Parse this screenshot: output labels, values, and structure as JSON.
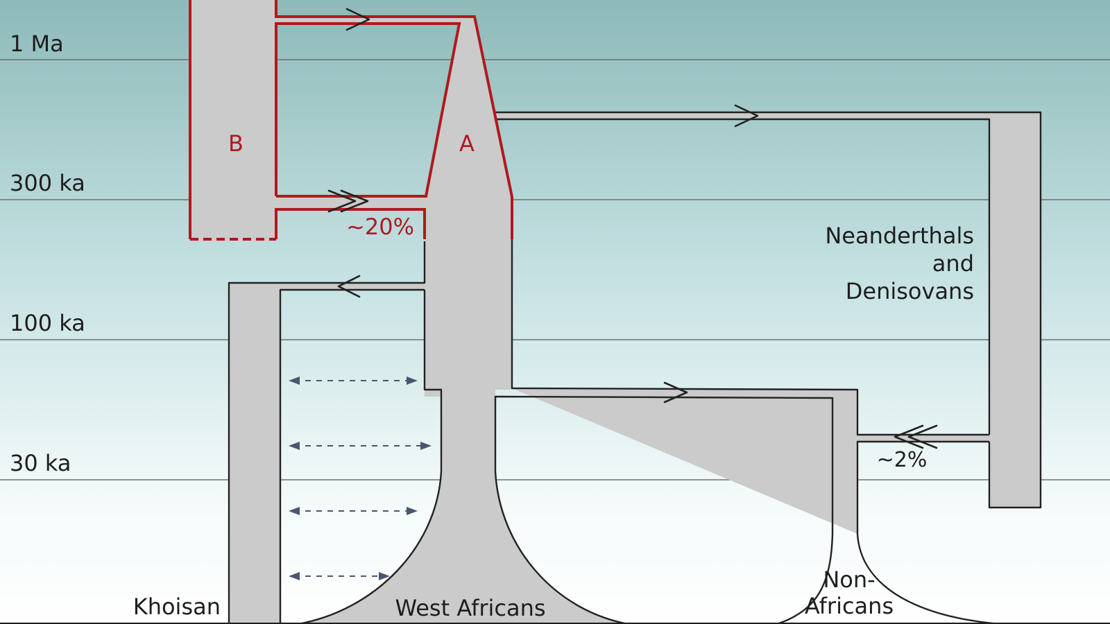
{
  "time_axis": {
    "levels": [
      "1 Ma",
      "300 ka",
      "100 ka",
      "30 ka"
    ]
  },
  "labels": {
    "pop_b": "B",
    "pop_a": "A",
    "admix_b_pct": "~20%",
    "admix_nd_pct": "~2%",
    "neanderthals_line1": "Neanderthals",
    "neanderthals_line2": "and",
    "neanderthals_line3": "Denisovans",
    "khoisan": "Khoisan",
    "west_africans": "West Africans",
    "non_africans_line1": "Non-",
    "non_africans_line2": "Africans"
  },
  "colors": {
    "background_top": "#8fbcbd",
    "background_bottom": "#ffffff",
    "lineage_fill": "#cbcbcb",
    "lineage_outline": "#222222",
    "ancestral_highlight": "#b0191e",
    "gene_flow_arrows": "#4a5570"
  }
}
